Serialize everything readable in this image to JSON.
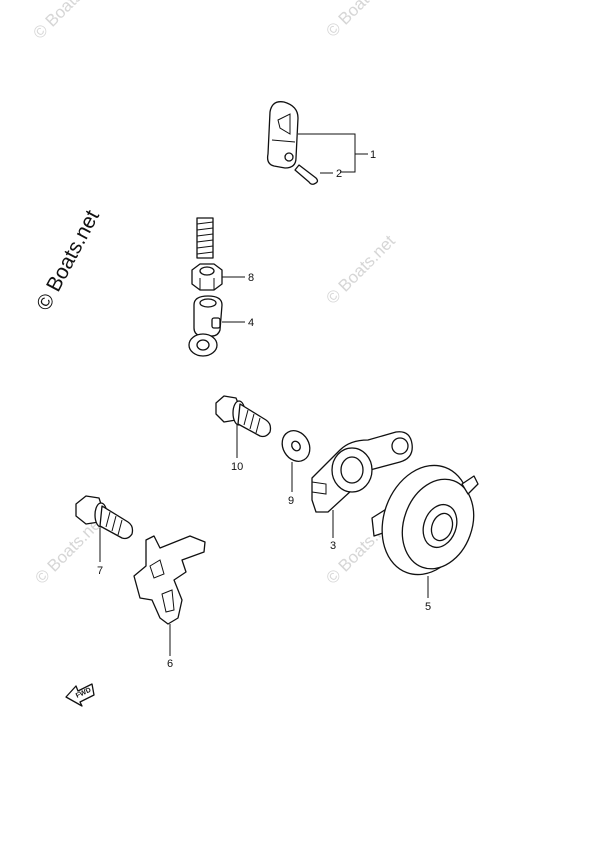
{
  "watermark": {
    "main": "© Boats.net",
    "faint": "© Boats.net"
  },
  "fwd_label": "FWD",
  "callouts": [
    {
      "id": "c1",
      "label": "1"
    },
    {
      "id": "c2",
      "label": "2"
    },
    {
      "id": "c3",
      "label": "3"
    },
    {
      "id": "c4",
      "label": "4"
    },
    {
      "id": "c5",
      "label": "5"
    },
    {
      "id": "c6",
      "label": "6"
    },
    {
      "id": "c7",
      "label": "7"
    },
    {
      "id": "c8",
      "label": "8"
    },
    {
      "id": "c9",
      "label": "9"
    },
    {
      "id": "c10",
      "label": "10"
    }
  ]
}
